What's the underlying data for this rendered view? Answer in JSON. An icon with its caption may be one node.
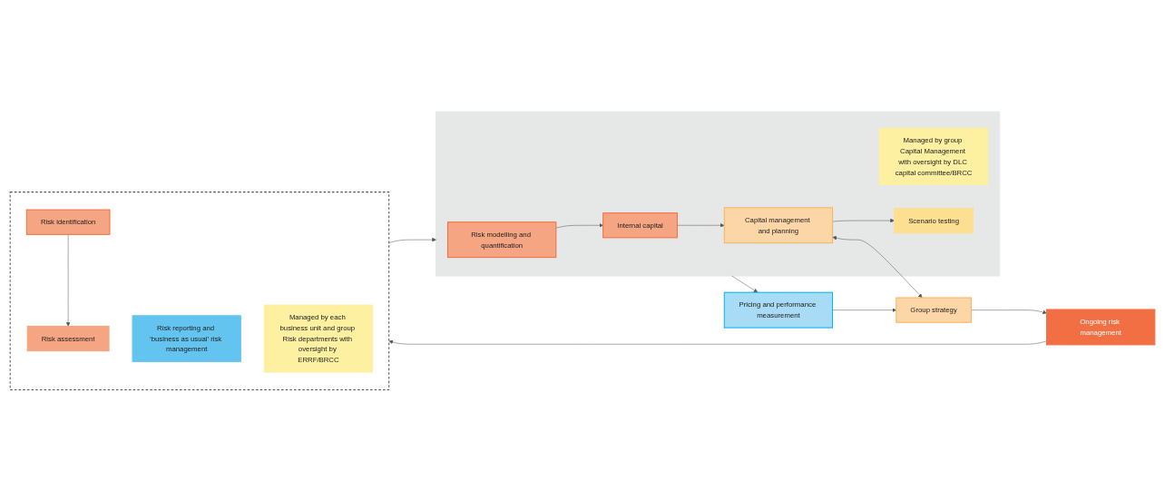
{
  "diagram": {
    "nodes": [
      {
        "text": [
          "Ongoing risk management"
        ]
      },
      {
        "text": [],
        "shape": "box"
      },
      {
        "text": [
          "Risk identification"
        ],
        "in": 1
      },
      {
        "text": [
          "Risk assessment"
        ],
        "in": 1
      },
      {
        "text": [
          "Risk reporting and ‘business as usual’ risk management"
        ],
        "in": 1
      },
      {
        "text": [
          "Managed by each business unit and group Risk departments with oversight by ERRF/BRCC"
        ],
        "in": 1
      },
      {
        "text": [],
        "shape": "box"
      },
      {
        "text": [
          "Risk modelling and quantification"
        ],
        "in": 6
      },
      {
        "text": [
          "Internal capital"
        ],
        "in": 6
      },
      {
        "text": [
          "Managed by group Capital Management with oversight by DLC capital committee/BRCC"
        ],
        "in": 6
      },
      {
        "text": [
          "Capital management and planning"
        ],
        "in": 6
      },
      {
        "text": [
          "Scenario testing"
        ],
        "in": 6
      },
      {
        "text": [
          "Pricing and performance measurement"
        ]
      },
      {
        "text": [
          "Group strategy"
        ]
      }
    ],
    "edges": [
      {
        "from": 0,
        "to": 1,
        "arrow": "to"
      },
      {
        "from": 2,
        "to": 3,
        "arrow": "to"
      },
      {
        "from": 1,
        "to": 6,
        "arrow": "to"
      },
      {
        "from": 7,
        "to": 8,
        "arrow": "to"
      },
      {
        "from": 8,
        "to": 10,
        "arrow": "to"
      },
      {
        "from": 10,
        "to": 11,
        "arrow": "to"
      },
      {
        "from": 6,
        "to": 12,
        "arrow": "to"
      },
      {
        "from": 12,
        "to": 13,
        "arrow": "to"
      },
      {
        "from": 10,
        "to": 13,
        "arrow": "both"
      },
      {
        "from": 13,
        "to": 0,
        "arrow": "to"
      }
    ]
  }
}
